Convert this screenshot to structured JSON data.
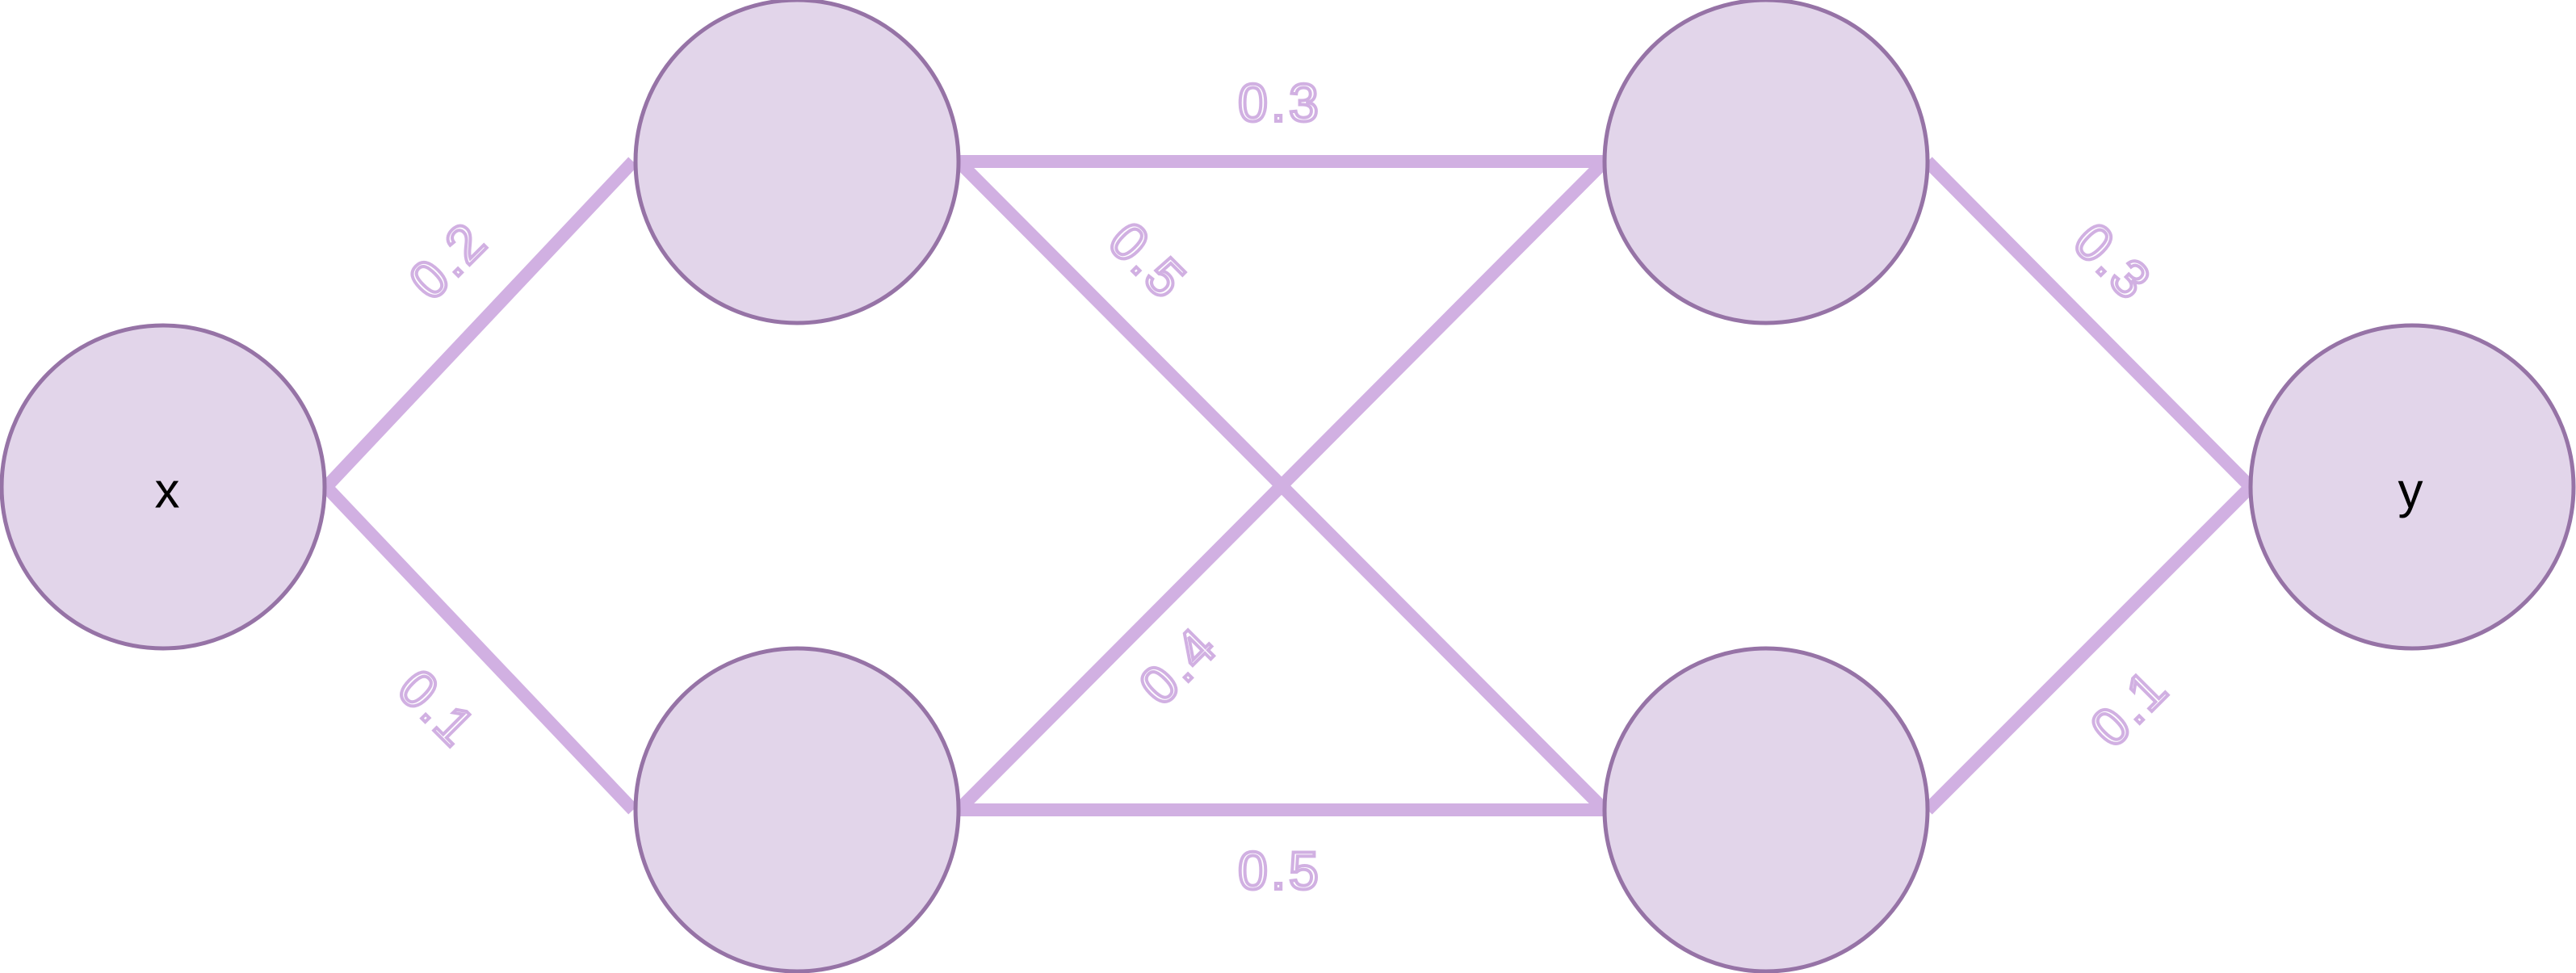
{
  "colors": {
    "node_fill": "#e2d5ea",
    "node_stroke": "#9673a6",
    "edge": "#d1b0e2",
    "edge_label": "#d1b0e2",
    "node_text": "#000000"
  },
  "nodes": [
    {
      "id": "x",
      "label": "x"
    },
    {
      "id": "h1",
      "label": ""
    },
    {
      "id": "h2",
      "label": ""
    },
    {
      "id": "h3",
      "label": ""
    },
    {
      "id": "h4",
      "label": ""
    },
    {
      "id": "y",
      "label": "y"
    }
  ],
  "edges": [
    {
      "from": "x",
      "to": "h1",
      "weight": "0.2"
    },
    {
      "from": "x",
      "to": "h2",
      "weight": "0.1"
    },
    {
      "from": "h1",
      "to": "h3",
      "weight": "0.3"
    },
    {
      "from": "h1",
      "to": "h4",
      "weight": "0.5"
    },
    {
      "from": "h2",
      "to": "h3",
      "weight": "0.4"
    },
    {
      "from": "h2",
      "to": "h4",
      "weight": "0.5"
    },
    {
      "from": "h3",
      "to": "y",
      "weight": "0.3"
    },
    {
      "from": "h4",
      "to": "y",
      "weight": "0.1"
    }
  ]
}
